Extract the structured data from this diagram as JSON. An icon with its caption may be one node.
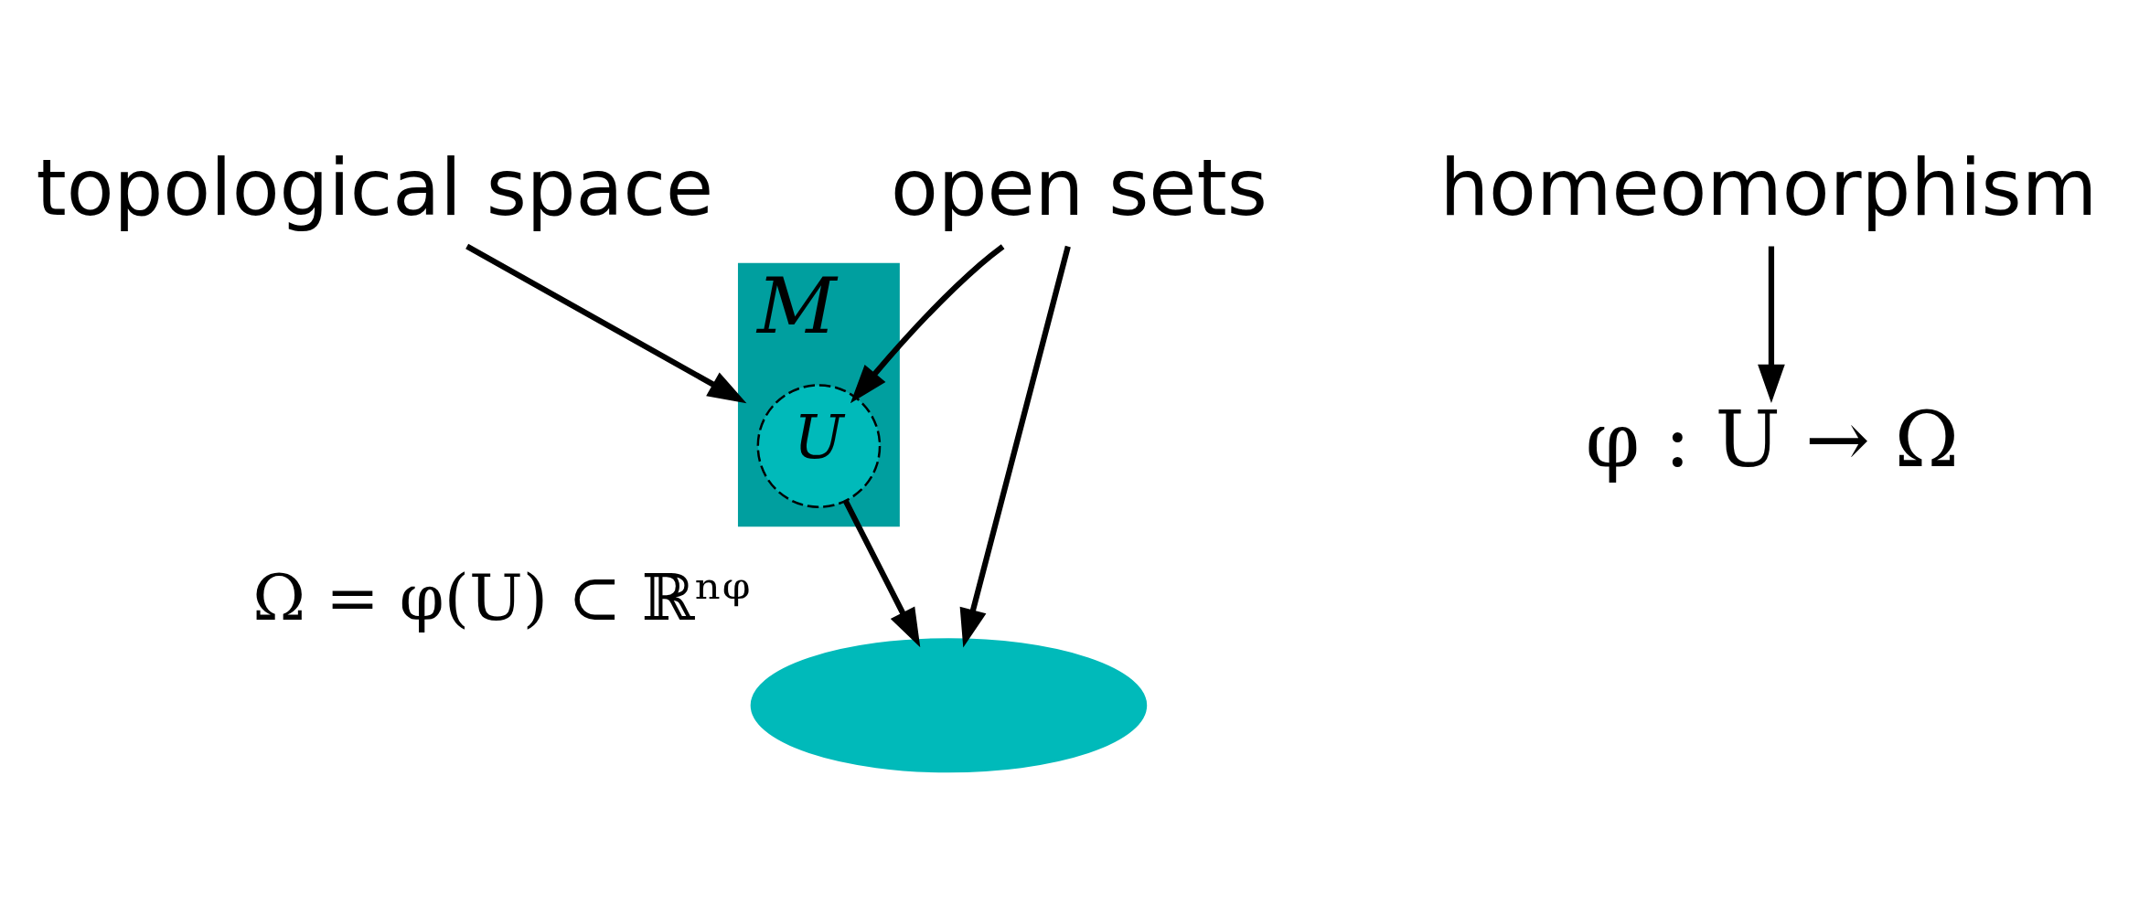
{
  "diagram": {
    "nodes": [
      {
        "text": [
          "M"
        ]
      },
      {
        "text": [
          "U"
        ],
        "in": 0
      },
      {
        "text": [],
        "shape": "ellipse",
        "beside": [
          "Ω = φ(U) ⊂ ℝⁿᵠ"
        ]
      },
      {
        "text": [
          "topological space"
        ]
      },
      {
        "text": [
          "homeomorphism"
        ]
      },
      {
        "text": [
          "φ : U → Ω"
        ]
      },
      {
        "text": [
          "open sets"
        ]
      }
    ],
    "edges": [
      {
        "from": 3,
        "to": 0,
        "arrow": "to"
      },
      {
        "from": 4,
        "to": 5,
        "arrow": "to"
      },
      {
        "from": 1,
        "to": 2,
        "arrow": "to"
      },
      {
        "from": 6,
        "to": 1,
        "arrow": "to"
      },
      {
        "from": 6,
        "to": 2,
        "arrow": "to"
      }
    ]
  }
}
